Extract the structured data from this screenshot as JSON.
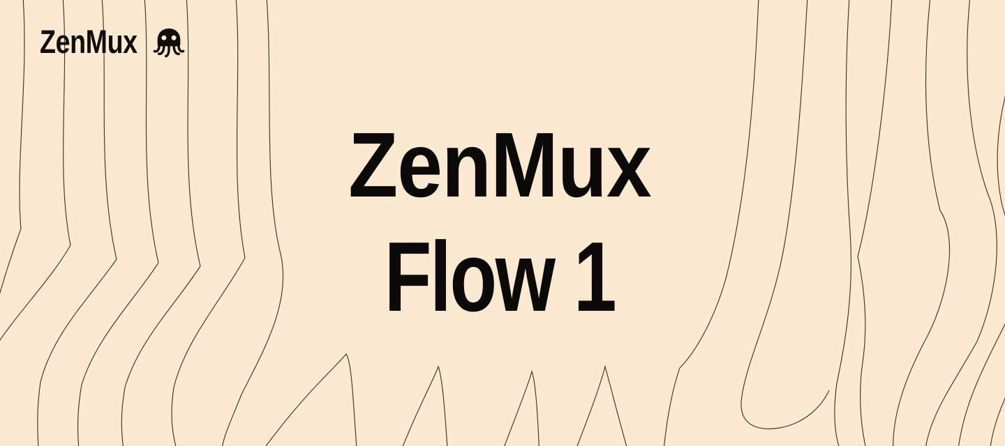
{
  "meta": {
    "page_title": "ZenMux Flow 1"
  },
  "header": {
    "logo_text": "ZenMux",
    "logo_icon": "octopus-icon"
  },
  "hero": {
    "title_line1": "ZenMux",
    "title_line2": "Flow 1"
  },
  "colors": {
    "background": "#FCE9D1",
    "contour_line": "#2E2619",
    "text": "#0B0A08",
    "logo": "#100E0A"
  },
  "background": {
    "pattern": "flowing-contour-lines",
    "regions": [
      "left-wave-group",
      "bottom-center-spikes",
      "right-swoosh-group"
    ]
  }
}
